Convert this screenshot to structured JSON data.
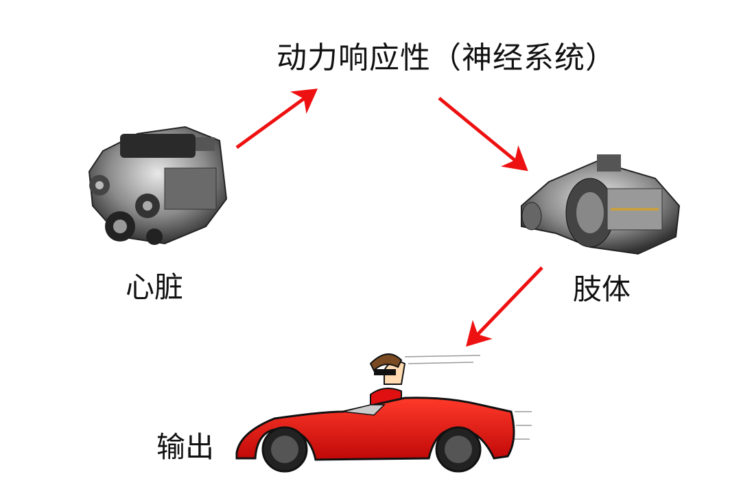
{
  "title": "动力响应性（神经系统）",
  "labels": {
    "heart": "心脏",
    "limb": "肢体",
    "output": "输出"
  },
  "colors": {
    "arrow": "#ee1111",
    "car": "#e01010"
  }
}
